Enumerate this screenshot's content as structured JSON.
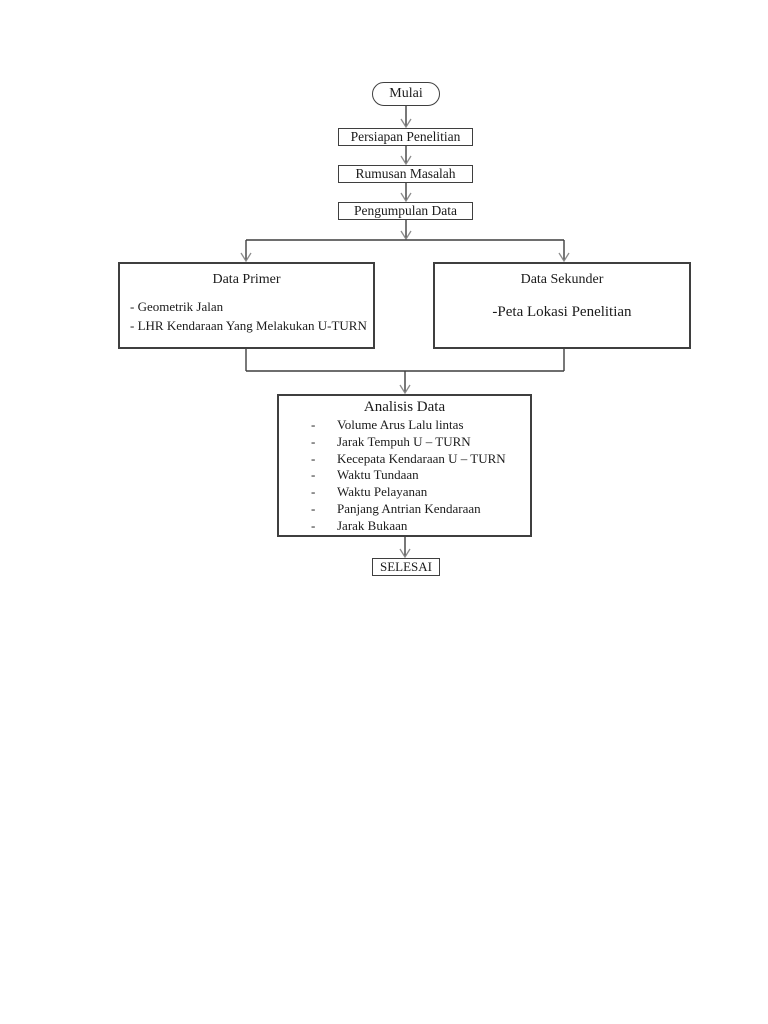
{
  "flowchart": {
    "start": {
      "label": "Mulai"
    },
    "steps": [
      {
        "label": "Persiapan Penelitian"
      },
      {
        "label": "Rumusan Masalah"
      },
      {
        "label": "Pengumpulan Data"
      }
    ],
    "data_primer": {
      "title": "Data Primer",
      "items": [
        "- Geometrik Jalan",
        "- LHR Kendaraan Yang Melakukan U-TURN"
      ]
    },
    "data_sekunder": {
      "title": "Data Sekunder",
      "item": "-Peta Lokasi Penelitian"
    },
    "analysis": {
      "title": "Analisis Data",
      "bullet": "-",
      "items": [
        "Volume Arus Lalu lintas",
        "Jarak Tempuh U – TURN",
        "Kecepata Kendaraan U – TURN",
        "Waktu Tundaan",
        "Waktu Pelayanan",
        "Panjang Antrian Kendaraan",
        "Jarak Bukaan"
      ]
    },
    "end": {
      "label": "SELESAI"
    }
  },
  "colors": {
    "background": "#ffffff",
    "line": "#3f3f3f",
    "arrowhead": "#8c8c8c",
    "text": "#1b1b1b"
  }
}
